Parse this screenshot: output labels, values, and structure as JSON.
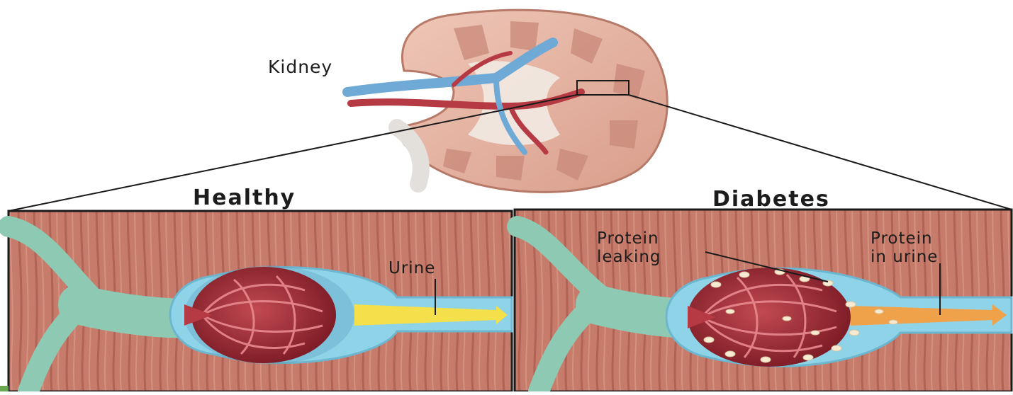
{
  "labels": {
    "kidney": "Kidney",
    "healthy": "Healthy",
    "diabetes": "Diabetes",
    "urine": "Urine",
    "protein_leaking": "Protein\nleaking",
    "protein_in_urine": "Protein\nin urine"
  },
  "colors": {
    "tissue": "#c67b6b",
    "tissue_stripe": "#a95a4f",
    "capsule": "#8fd3e8",
    "vessel": "#8ec9b3",
    "glomerulus": "#9c2a35",
    "healthy_urine": "#f3e04a",
    "protein_urine": "#f0a24a",
    "protein": "#f6ead2",
    "kidney": "#e6b5a4"
  }
}
